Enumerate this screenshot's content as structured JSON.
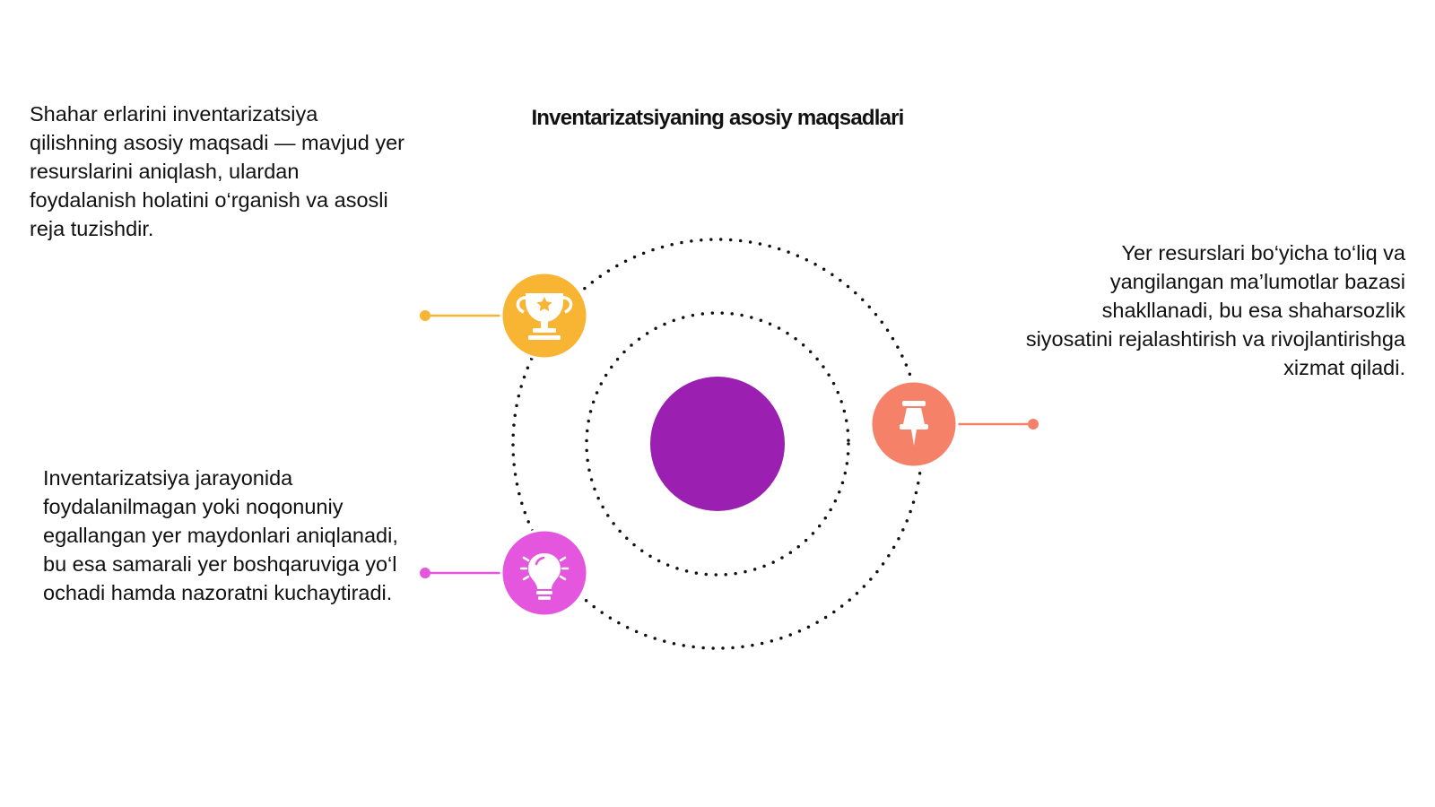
{
  "title": "Inventarizatsiyaning asosiy maqsadlari",
  "items": [
    {
      "icon": "trophy-icon",
      "color": "#F8B533",
      "text": "Shahar erlarini inventarizatsiya qilishning asosiy maqsadi — mavjud yer resurslarini aniqlash, ulardan foydalanish holatini o‘rganish va asosli reja tuzishdir."
    },
    {
      "icon": "pushpin-icon",
      "color": "#F58169",
      "text": "Yer resurslari bo‘yicha to‘liq va yangilangan ma’lumotlar bazasi shakllanadi, bu esa shaharsozlik siyosatini rejalashtirish va rivojlantirishga xizmat qiladi."
    },
    {
      "icon": "lightbulb-icon",
      "color": "#E456DE",
      "text": "Inventarizatsiya jarayonida foydalanilmagan yoki noqonuniy egallangan yer maydonlari aniqlanadi, bu esa samarali yer boshqaruviga yo‘l ochadi hamda nazoratni kuchaytiradi."
    }
  ],
  "center_color": "#9B1FB0"
}
